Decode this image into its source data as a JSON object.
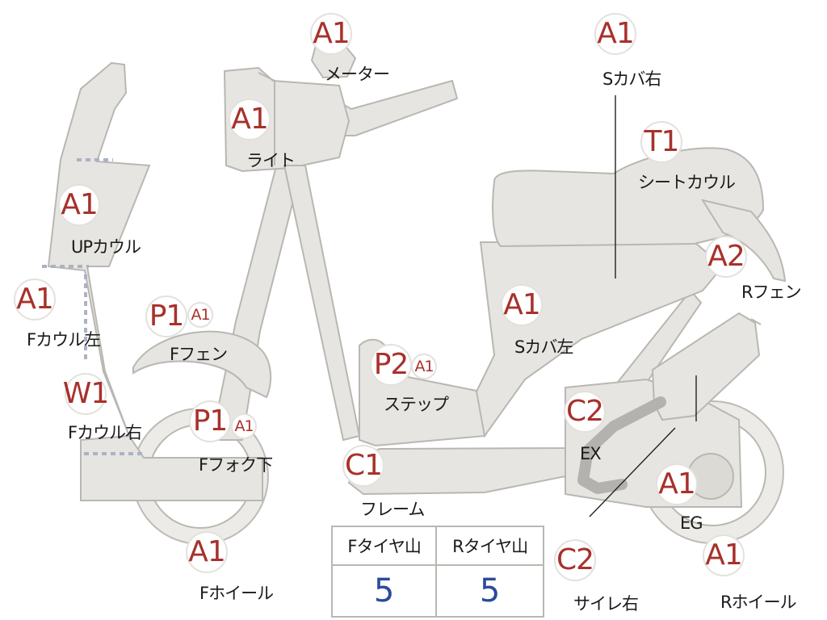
{
  "parts": [
    {
      "id": "meter",
      "label": "メーター",
      "badges": [
        "A1"
      ]
    },
    {
      "id": "light",
      "label": "ライト",
      "badges": [
        "A1"
      ]
    },
    {
      "id": "up-cowl",
      "label": "UPカウル",
      "badges": [
        "A1"
      ]
    },
    {
      "id": "f-cowl-left",
      "label": "Fカウル左",
      "badges": [
        "A1"
      ]
    },
    {
      "id": "f-cowl-right",
      "label": "Fカウル右",
      "badges": [
        "W1"
      ]
    },
    {
      "id": "f-fender",
      "label": "Fフェン",
      "badges": [
        "P1",
        "A1"
      ]
    },
    {
      "id": "f-fork-lower",
      "label": "Fフォク下",
      "badges": [
        "P1",
        "A1"
      ]
    },
    {
      "id": "f-wheel",
      "label": "Fホイール",
      "badges": [
        "A1"
      ]
    },
    {
      "id": "frame",
      "label": "フレーム",
      "badges": [
        "C1"
      ]
    },
    {
      "id": "step",
      "label": "ステップ",
      "badges": [
        "P2",
        "A1"
      ]
    },
    {
      "id": "s-cover-left",
      "label": "Sカバ左",
      "badges": [
        "A1"
      ]
    },
    {
      "id": "s-cover-right",
      "label": "Sカバ右",
      "badges": [
        "A1"
      ]
    },
    {
      "id": "seat-cowl",
      "label": "シートカウル",
      "badges": [
        "T1"
      ]
    },
    {
      "id": "r-fender",
      "label": "Rフェン",
      "badges": [
        "A2"
      ]
    },
    {
      "id": "exhaust",
      "label": "EX",
      "badges": [
        "C2"
      ]
    },
    {
      "id": "muffler-right",
      "label": "サイレ右",
      "badges": [
        "C2"
      ]
    },
    {
      "id": "engine",
      "label": "EG",
      "badges": [
        "A1"
      ]
    },
    {
      "id": "r-wheel",
      "label": "Rホイール",
      "badges": [
        "A1"
      ]
    }
  ],
  "tire_table": {
    "headers": [
      "Fタイヤ山",
      "Rタイヤ山"
    ],
    "values": [
      "5",
      "5"
    ]
  },
  "colors": {
    "badge_text": "#a8312b",
    "table_value": "#2a4a9c",
    "part_fill": "#e7e5e1"
  }
}
